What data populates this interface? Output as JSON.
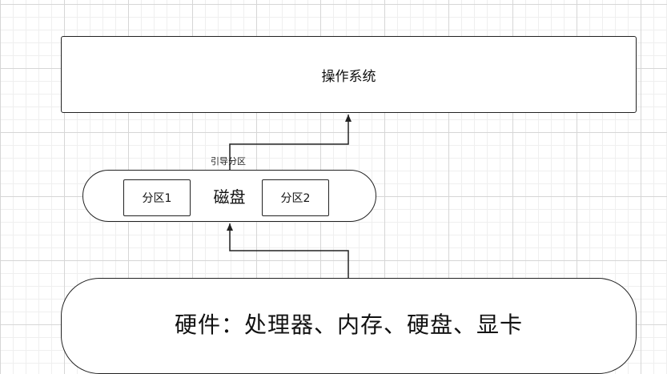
{
  "diagram": {
    "os_label": "操作系统",
    "disk_label": "磁盘",
    "partition1_label": "分区1",
    "partition2_label": "分区2",
    "boot_edge_label": "引导分区",
    "hardware_label": "硬件：处理器、内存、硬盘、显卡"
  },
  "colors": {
    "stroke": "#222222",
    "grid_major": "#d6d6d6",
    "grid_minor": "#efefef",
    "background": "#ffffff"
  }
}
